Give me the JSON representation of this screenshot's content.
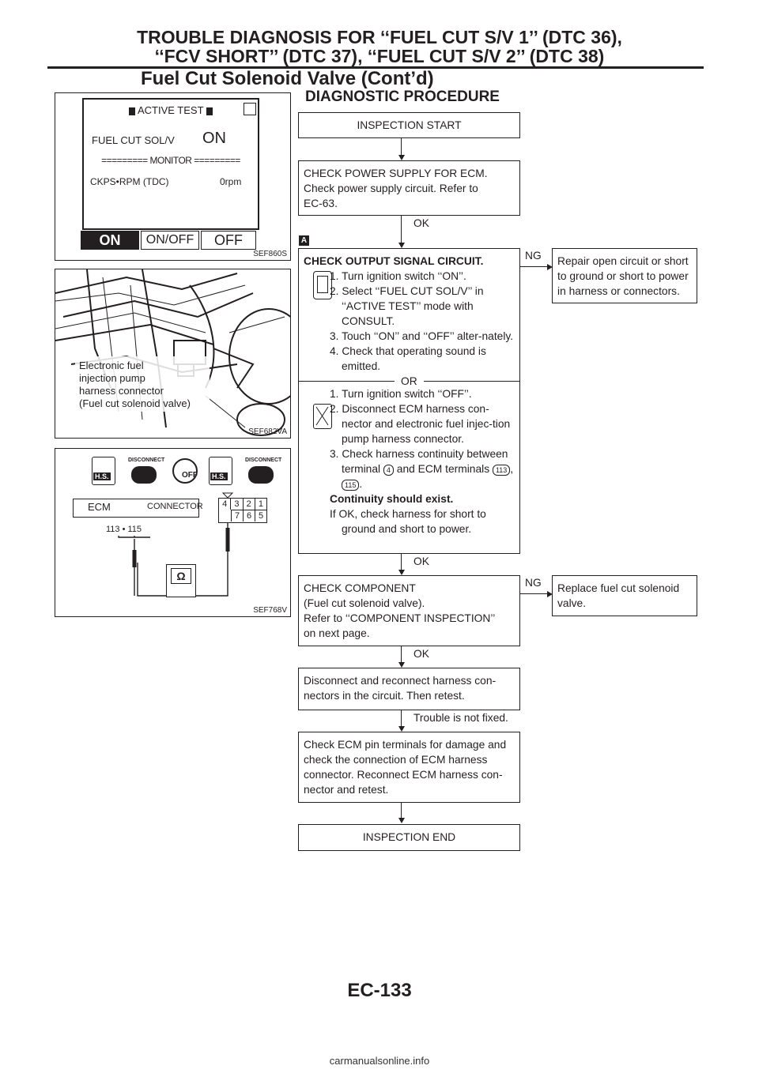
{
  "header": {
    "line1": "TROUBLE DIAGNOSIS FOR ‘‘FUEL CUT S/V 1’’ (DTC 36),",
    "line2": "‘‘FCV SHORT’’ (DTC 37), ‘‘FUEL CUT S/V 2’’ (DTC 38)",
    "line3": "Fuel Cut Solenoid Valve (Cont’d)"
  },
  "procedure_title": "DIAGNOSTIC PROCEDURE",
  "markers": {
    "a": "A"
  },
  "fig1": {
    "title": "ACTIVE TEST",
    "item": "FUEL CUT SOL/V",
    "item_value": "ON",
    "monitor": "========= MONITOR =========",
    "param": "CKPS•RPM (TDC)",
    "param_value": "0rpm",
    "btn_on": "ON",
    "btn_onoff": "ON/OFF",
    "btn_off": "OFF",
    "code": "SEF860S"
  },
  "fig2": {
    "label1": "Electronic fuel",
    "label2": "injection pump",
    "label3": "harness connector",
    "label4": "(Fuel cut solenoid valve)",
    "code": "SEF682VA"
  },
  "fig3": {
    "disconnect1": "DISCONNECT",
    "disconnect2": "DISCONNECT",
    "hs1": "H.S.",
    "hs2": "H.S.",
    "off": "OFF",
    "ecm": "ECM",
    "connector": "CONNECTOR",
    "terms": "113 • 115",
    "pins_top": [
      "4",
      "3",
      "2",
      "1"
    ],
    "pins_bottom": [
      "7",
      "6",
      "5"
    ],
    "ohm": "Ω",
    "code": "SEF768V"
  },
  "flow": {
    "start": "INSPECTION START",
    "step1_title": "CHECK POWER SUPPLY FOR ECM.",
    "step1_l1": "Check power supply circuit. Refer to",
    "step1_l2": "EC-63.",
    "ok1": "OK",
    "step2_title": "CHECK OUTPUT SIGNAL CIRCUIT.",
    "step2_a": [
      "1. Turn ignition switch ‘‘ON’’.",
      "2. Select ‘‘FUEL CUT SOL/V’’ in ‘‘ACTIVE TEST’’ mode with CONSULT.",
      "3. Touch ‘‘ON’’ and ‘‘OFF’’ alter-nately.",
      "4. Check that operating sound is emitted."
    ],
    "or": "OR",
    "step2_b1": "1. Turn ignition switch ‘‘OFF’’.",
    "step2_b2": "2. Disconnect ECM harness con-nector and electronic fuel injec-tion pump harness connector.",
    "step2_b3a": "3. Check harness continuity between terminal",
    "step2_b3_term": "4",
    "step2_b3b": "and ECM terminals",
    "step2_b3_t1": "113",
    "step2_b3_t2": "115",
    "step2_b_bold": "Continuity should exist.",
    "step2_b_tail": "If OK, check harness for short to ground and short to power.",
    "ng2": "NG",
    "repair2": "Repair open circuit or short to ground or short to power in harness or connectors.",
    "ok2": "OK",
    "step3_l1": "CHECK COMPONENT",
    "step3_l2": "(Fuel cut solenoid valve).",
    "step3_l3": "Refer to ‘‘COMPONENT INSPECTION’’",
    "step3_l4": "on next page.",
    "ng3": "NG",
    "repair3": "Replace fuel cut solenoid valve.",
    "ok3": "OK",
    "step4": "Disconnect and reconnect harness con-nectors in the circuit. Then retest.",
    "notfixed": "Trouble is not fixed.",
    "step5": "Check ECM pin terminals for damage and check the connection of ECM harness connector. Reconnect ECM harness con-nector and retest.",
    "end": "INSPECTION END"
  },
  "footer": {
    "page": "EC-133",
    "watermark": "carmanualsonline.info"
  }
}
